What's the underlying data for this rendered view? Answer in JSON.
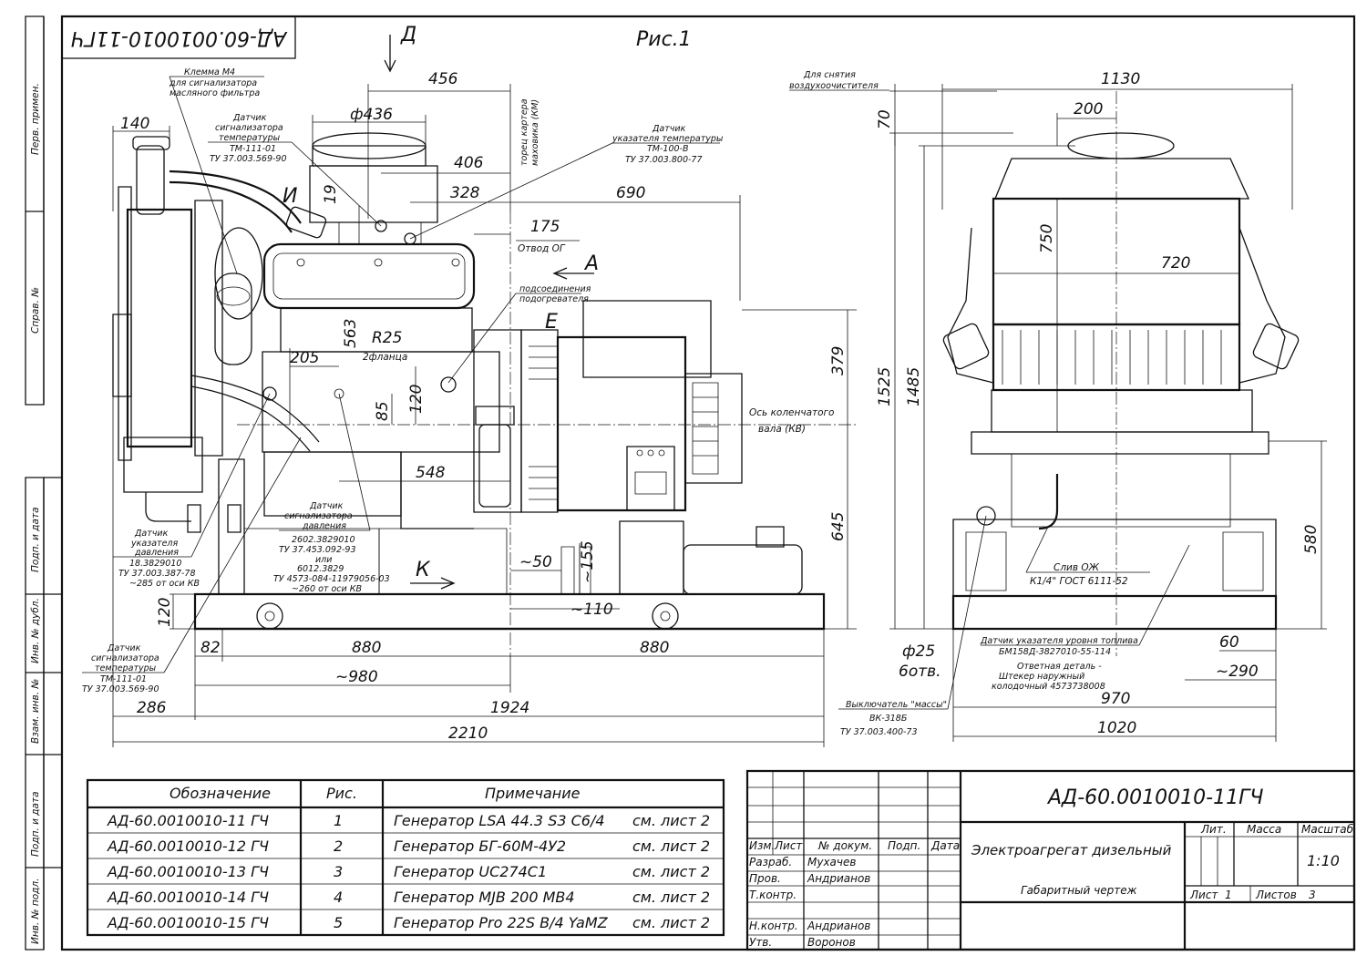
{
  "top_stamp": "АД-60.0010010-11ГЧ",
  "figure_label": "Рис.1",
  "view_labels": {
    "d": "Д",
    "a": "А",
    "e": "Е",
    "i": "И",
    "k": "К"
  },
  "side_stamps": [
    "Перв. примен.",
    "Справ. №",
    "Подп. и дата",
    "Инв. № дубл.",
    "Взам. инв. №",
    "Подп. и дата",
    "Инв. № подл."
  ],
  "dims_side": {
    "d456": "456",
    "d436": "ф436",
    "d406": "406",
    "d328": "328",
    "d690": "690",
    "d175": "175",
    "d140": "140",
    "d19": "19",
    "d563": "563",
    "d205": "205",
    "d85": "85",
    "d120": "120",
    "d548": "548",
    "d379": "379",
    "d645": "645",
    "d50": "~50",
    "d155": "~155",
    "d110": "~110",
    "d120b": "120",
    "d82": "82",
    "d880a": "880",
    "d880b": "880",
    "d980": "~980",
    "d286": "286",
    "d1924": "1924",
    "d2210": "2210",
    "r25": "R25",
    "flange": "2фланца"
  },
  "dims_front": {
    "d1130": "1130",
    "d200": "200",
    "d70": "70",
    "d750": "750",
    "d720": "720",
    "d1525": "1525",
    "d1485": "1485",
    "d580": "580",
    "d25": "ф25",
    "d6otv": "6отв.",
    "d60": "60",
    "d290": "~290",
    "d970": "970",
    "d1020": "1020"
  },
  "callouts": {
    "klemma": [
      "Клемма М4",
      "для сигнализатора",
      "масляного фильтра"
    ],
    "sig_temp_top": [
      "Датчик",
      "сигнализатора",
      "температуры",
      "ТМ-111-01",
      "ТУ 37.003.569-90"
    ],
    "ukaz_temp": [
      "Датчик",
      "указателя температуры",
      "ТМ-100-В",
      "ТУ 37.003.800-77"
    ],
    "torets": [
      "торец картера",
      "маховика (КМ)"
    ],
    "otvod": "Отвод ОГ",
    "podogr": [
      "подсоединения",
      "подогревателя"
    ],
    "os_kv": [
      "Ось коленчатого",
      "вала (КВ)"
    ],
    "sig_davl": [
      "Датчик",
      "сигнализатора",
      "давления",
      "2602.3829010",
      "ТУ 37.453.092-93",
      "или",
      "6012.3829",
      "ТУ 4573-084-11979056-03",
      "~260 от оси КВ"
    ],
    "ukaz_davl": [
      "Датчик",
      "указателя",
      "давления",
      "18.3829010",
      "ТУ 37.003.387-78",
      "~285 от оси КВ"
    ],
    "sig_temp_bot": [
      "Датчик",
      "сигнализатора",
      "температуры",
      "ТМ-111-01",
      "ТУ 37.003.569-90"
    ],
    "snyatie": [
      "Для снятия",
      "воздухоочистителя"
    ],
    "sliv": [
      "Слив ОЖ",
      "К1/4\" ГОСТ 6111-52"
    ],
    "ukaz_topl": [
      "Датчик указателя уровня топлива",
      "БМ158Д-3827010-55-114"
    ],
    "otvetnaya": [
      "Ответная деталь -",
      "Штекер наружный",
      "колодочный 4573738008"
    ],
    "vykl": [
      "Выключатель \"массы\"",
      "ВК-318Б",
      "ТУ 37.003.400-73"
    ]
  },
  "variant_table": {
    "headers": [
      "Обозначение",
      "Рис.",
      "Примечание"
    ],
    "rows": [
      {
        "code": "АД-60.0010010-11 ГЧ",
        "fig": "1",
        "note": "Генератор LSA 44.3 S3 C6/4",
        "ref": "см. лист 2"
      },
      {
        "code": "АД-60.0010010-12 ГЧ",
        "fig": "2",
        "note": "Генератор БГ-60М-4У2",
        "ref": "см. лист 2"
      },
      {
        "code": "АД-60.0010010-13 ГЧ",
        "fig": "3",
        "note": "Генератор UC274C1",
        "ref": "см. лист 2"
      },
      {
        "code": "АД-60.0010010-14 ГЧ",
        "fig": "4",
        "note": "Генератор MJB 200 MB4",
        "ref": "см. лист 2"
      },
      {
        "code": "АД-60.0010010-15 ГЧ",
        "fig": "5",
        "note": "Генератор Pro 22S B/4 YaMZ",
        "ref": "см. лист 2"
      }
    ]
  },
  "title_block": {
    "designation": "АД-60.0010010-11ГЧ",
    "name": "Электроагрегат дизельный",
    "doc_type": "Габаритный чертеж",
    "col_izm": "Изм.",
    "col_list": "Лист",
    "col_doc": "№ докум.",
    "col_sign": "Подп.",
    "col_date": "Дата",
    "roles": [
      {
        "role": "Разраб.",
        "person": "Мухачев"
      },
      {
        "role": "Пров.",
        "person": "Андрианов"
      },
      {
        "role": "Т.контр.",
        "person": ""
      },
      {
        "role": "Н.контр.",
        "person": "Андрианов"
      },
      {
        "role": "Утв.",
        "person": "Воронов"
      }
    ],
    "lit_label": "Лит.",
    "mass_label": "Масса",
    "scale_label": "Масштаб",
    "scale": "1:10",
    "sheet_label": "Лист",
    "sheet": "1",
    "sheets_label": "Листов",
    "sheets": "3"
  }
}
